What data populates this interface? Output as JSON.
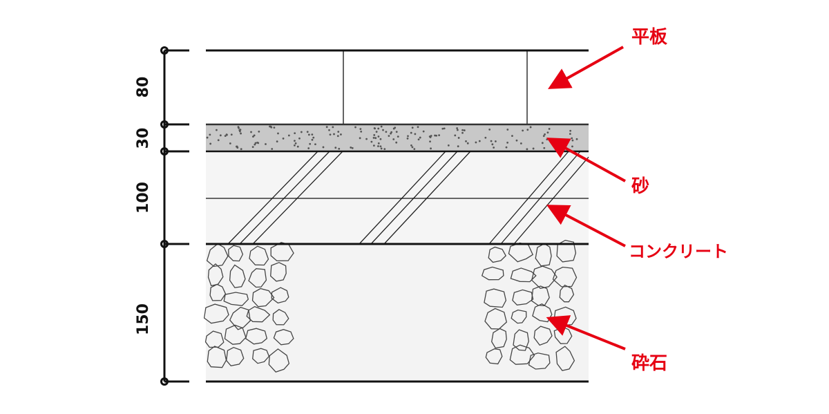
{
  "dimensions": [
    "80",
    "30",
    "100",
    "150"
  ],
  "layers": {
    "paver": "平板",
    "sand": "砂",
    "concrete": "コンクリート",
    "gravel": "砕石"
  },
  "colors": {
    "arrow": "#e60012",
    "sand": "#c8c8c8",
    "concrete": "#f5f5f5",
    "gravel_bg": "#f3f3f3"
  }
}
